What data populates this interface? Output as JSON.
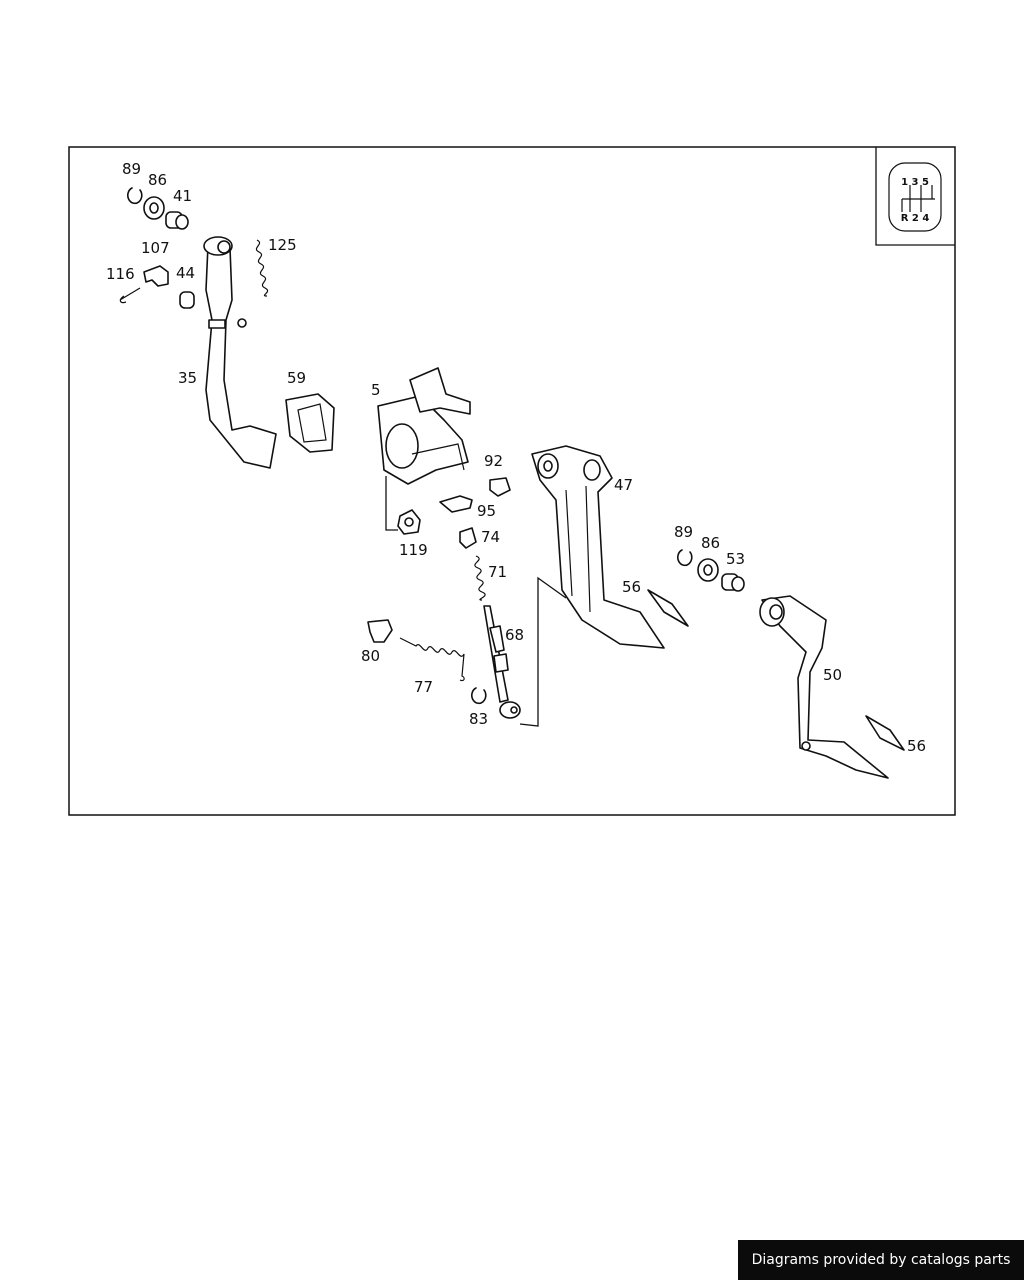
{
  "gear_pattern": {
    "top_row": "1 3 5",
    "bottom_row": "R 2 4"
  },
  "callouts": {
    "p89a": "89",
    "p86a": "86",
    "p41": "41",
    "p107": "107",
    "p125": "125",
    "p116": "116",
    "p44": "44",
    "p35": "35",
    "p59": "59",
    "p5": "5",
    "p92": "92",
    "p47": "47",
    "p95": "95",
    "p74": "74",
    "p119": "119",
    "p71": "71",
    "p89b": "89",
    "p86b": "86",
    "p53": "53",
    "p56a": "56",
    "p68": "68",
    "p80": "80",
    "p77": "77",
    "p83": "83",
    "p50": "50",
    "p56b": "56"
  },
  "credit": "Diagrams provided by catalogs parts"
}
